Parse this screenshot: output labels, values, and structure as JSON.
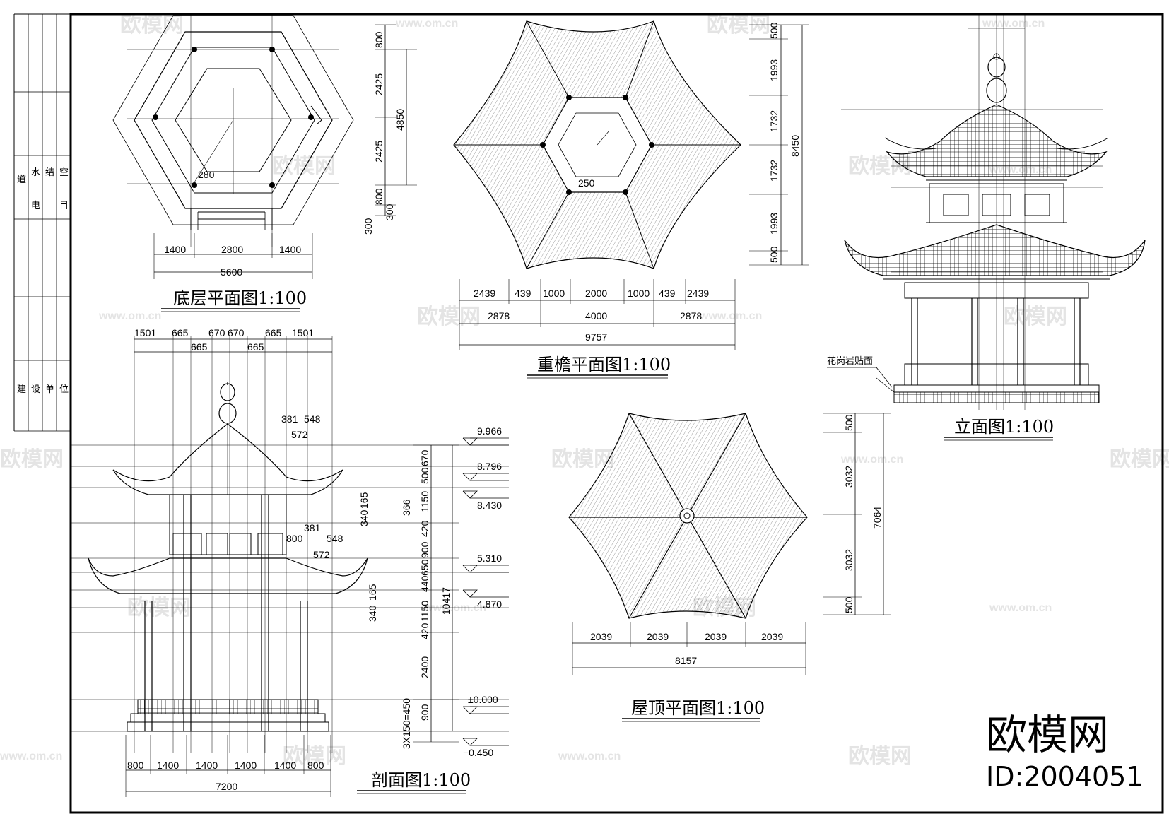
{
  "drawings": {
    "ground_plan": {
      "title": "底层平面图1:100",
      "dims_h": [
        "1400",
        "2800",
        "1400"
      ],
      "dim_total": "5600",
      "dims_v": [
        "800",
        "2425",
        "2425",
        "800"
      ],
      "dim_v_total": "4850",
      "dims_v_small": [
        "300",
        "300"
      ],
      "inner_note": "280"
    },
    "eave_plan": {
      "title": "重檐平面图1:100",
      "dims_row1": [
        "2439",
        "439",
        "1000",
        "2000",
        "1000",
        "439",
        "2439"
      ],
      "dims_row2": [
        "2878",
        "4000",
        "2878"
      ],
      "dim_total": "9757",
      "dims_v": [
        "500",
        "1993",
        "1732",
        "1732",
        "1993",
        "500"
      ],
      "dim_v_total": "8450",
      "inner_note": "250"
    },
    "elevation": {
      "title": "立面图1:100",
      "material_note": "花岗岩贴面"
    },
    "roof_plan": {
      "title": "屋顶平面图1:100",
      "dims_h": [
        "2039",
        "2039",
        "2039",
        "2039"
      ],
      "dim_total": "8157",
      "dims_v": [
        "500",
        "3032",
        "3032",
        "500"
      ],
      "dim_v_total": "7064"
    },
    "section": {
      "title": "剖面图1:100",
      "dims_top_row1": [
        "1501",
        "665",
        "670",
        "670",
        "665",
        "1501"
      ],
      "dims_top_row2": [
        "665",
        "665"
      ],
      "dims_bottom": [
        "800",
        "1400",
        "1400",
        "1400",
        "1400",
        "800"
      ],
      "dim_bottom_total": "7200",
      "levels": [
        "9.966",
        "8.796",
        "8.430",
        "5.310",
        "4.870",
        "±0.000",
        "−0.450"
      ],
      "dims_v": [
        "670",
        "500",
        "1150",
        "420",
        "900",
        "650",
        "440",
        "1150",
        "420",
        "2400",
        "900"
      ],
      "dims_v_alt": [
        "366",
        "165",
        "340",
        "165",
        "340"
      ],
      "dim_v_total": "10417",
      "dim_v_bottom": "3X150=450",
      "roof_dims": [
        "381",
        "548",
        "572"
      ],
      "mid_dims": [
        "381",
        "800",
        "548",
        "572"
      ]
    }
  },
  "title_block": {
    "cells_top": [
      "道",
      "水",
      "电",
      "结",
      "空",
      "目"
    ],
    "cells_bottom": [
      "建",
      "设",
      "单",
      "位"
    ]
  },
  "watermark": {
    "text": "欧模网",
    "url": "www.om.cn"
  },
  "brand": {
    "name": "欧模网",
    "id": "ID:2004051"
  }
}
